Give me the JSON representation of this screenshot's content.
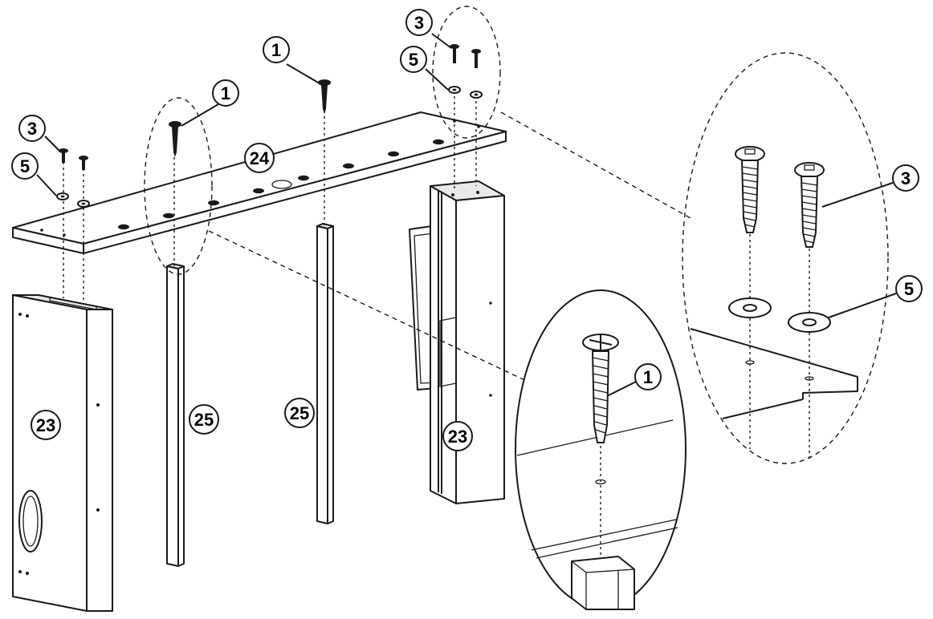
{
  "callouts": {
    "screw_1_top": "1",
    "screw_1_left": "1",
    "screw_1_detail": "1",
    "screw_3_left": "3",
    "screw_3_right": "3",
    "screw_3_detail": "3",
    "washer_5_left": "5",
    "washer_5_right": "5",
    "washer_5_detail": "5",
    "top_board_24": "24",
    "side_panel_23_left": "23",
    "side_panel_23_right": "23",
    "rail_25_left": "25",
    "rail_25_right": "25"
  },
  "colors": {
    "line": "#1a1a1a",
    "background": "#ffffff"
  }
}
